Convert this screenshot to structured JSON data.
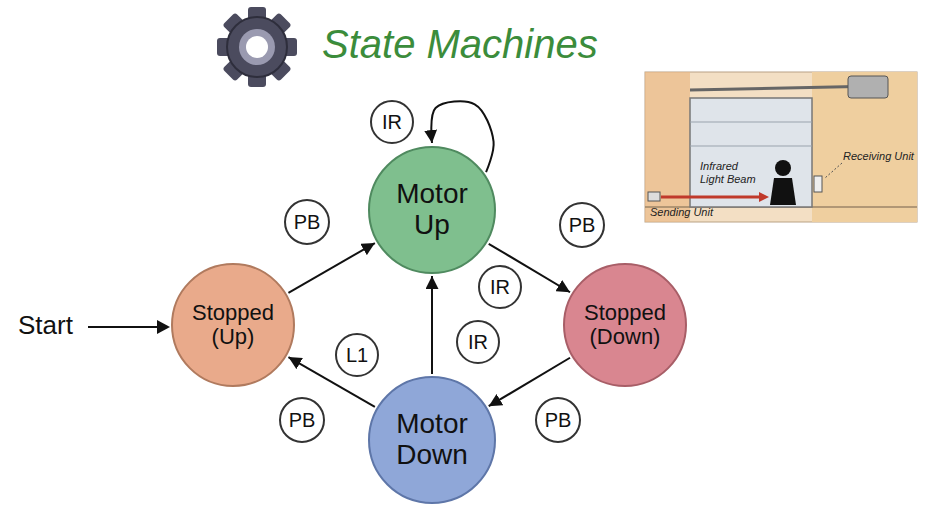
{
  "diagram": {
    "title": "State Machines",
    "nodes": [
      {
        "text": [
          "IR"
        ]
      },
      {
        "text": [
          "Motor Up"
        ]
      },
      {
        "text": [
          "PB"
        ]
      },
      {
        "text": [
          "PB"
        ]
      },
      {
        "text": [
          "IR"
        ]
      },
      {
        "text": [
          "Stopped (Up)"
        ]
      },
      {
        "text": [
          "Stopped (Down)"
        ]
      },
      {
        "text": [
          "IR"
        ]
      },
      {
        "text": [
          "L1"
        ]
      },
      {
        "text": [
          "Motor Down"
        ]
      },
      {
        "text": [
          "PB"
        ]
      },
      {
        "text": [
          "PB"
        ]
      }
    ],
    "edges": [
      {
        "from": 5,
        "to": 1,
        "arrow": "to"
      },
      {
        "from": 1,
        "to": 1,
        "arrow": "to"
      },
      {
        "from": 1,
        "to": 6,
        "arrow": "to"
      },
      {
        "from": 6,
        "to": 9,
        "arrow": "to"
      },
      {
        "from": 9,
        "to": 1,
        "arrow": "to"
      },
      {
        "from": 9,
        "to": 5,
        "arrow": "to"
      }
    ],
    "labels": [
      "Start",
      "Infrared Light Beam",
      "Receiving Unit",
      "Sending Unit"
    ]
  }
}
